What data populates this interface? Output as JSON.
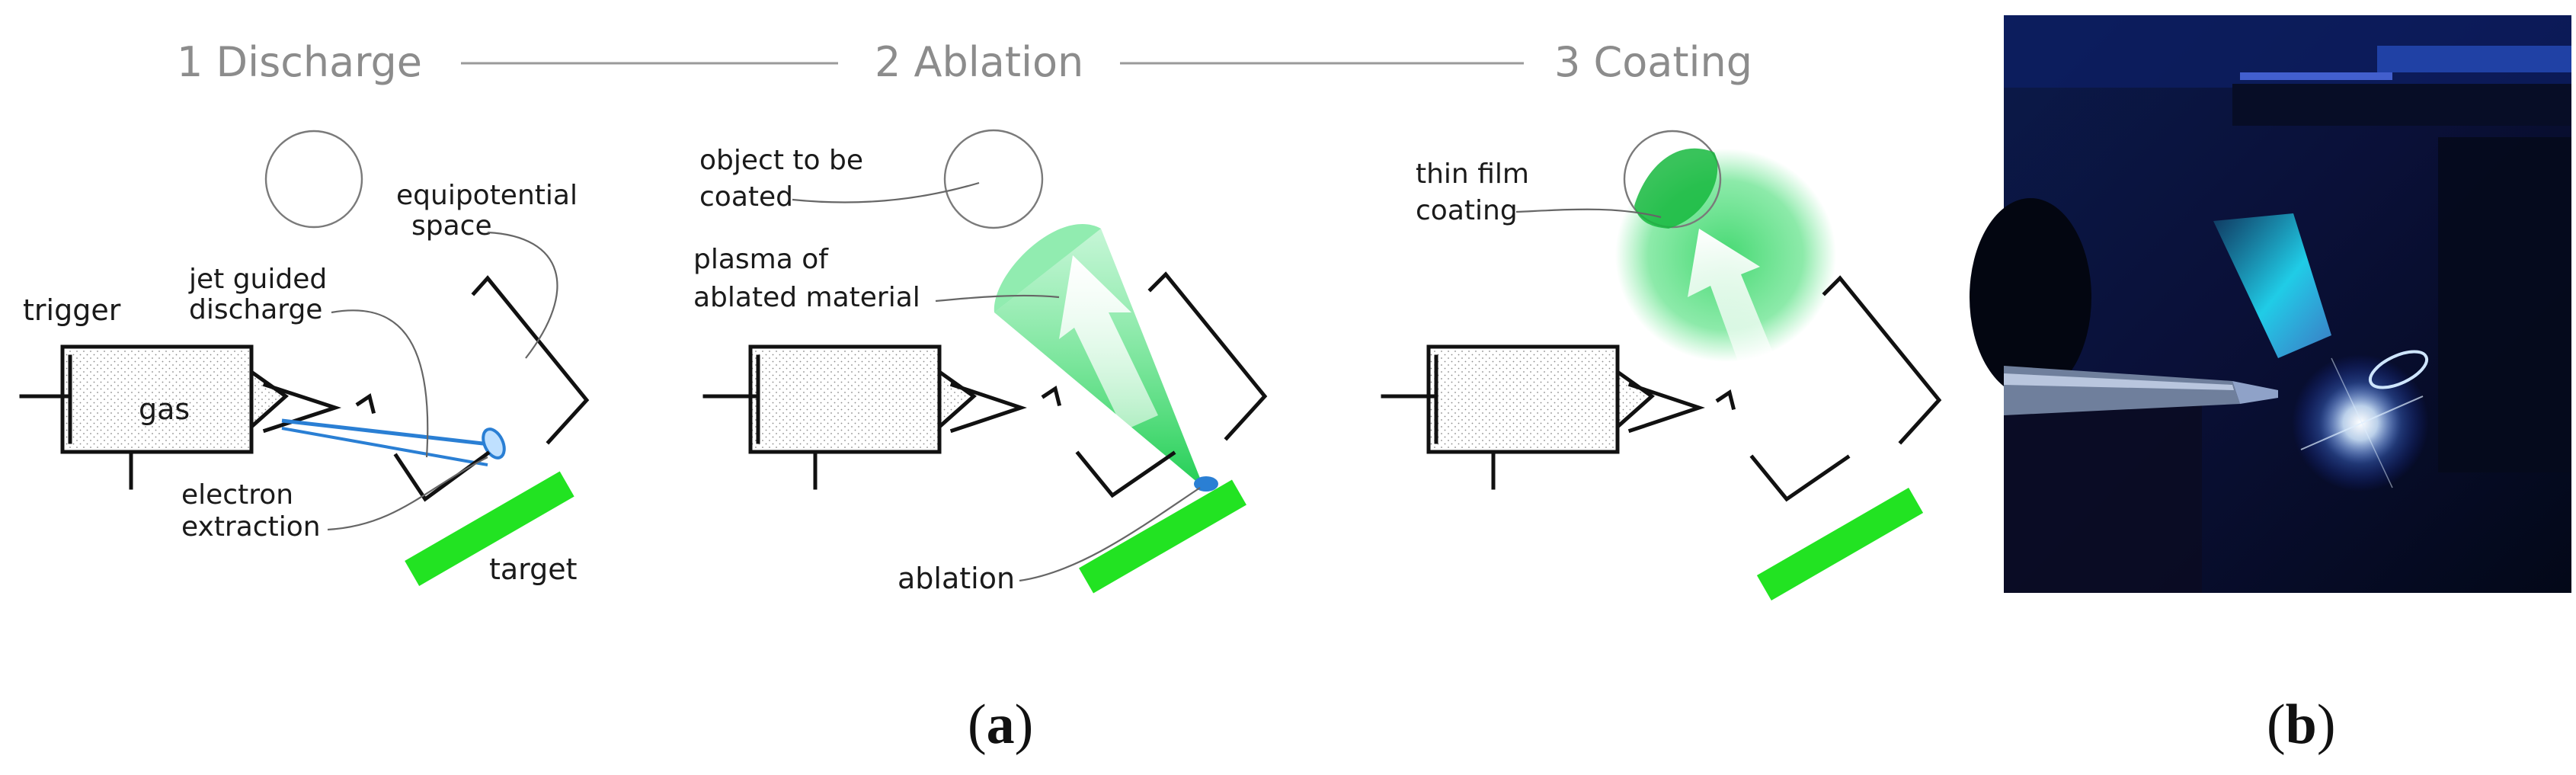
{
  "steps": [
    {
      "title": "1 Discharge"
    },
    {
      "title": "2 Ablation"
    },
    {
      "title": "3 Coating"
    }
  ],
  "labels": {
    "trigger": "trigger",
    "gas": "gas",
    "jet_guided_1": "jet guided",
    "jet_guided_2": "discharge",
    "equipotential_1": "equipotential",
    "equipotential_2": "space",
    "electron_1": "electron",
    "electron_2": "extraction",
    "target": "target",
    "object_1": "object to be",
    "object_2": "coated",
    "plasma_1": "plasma of",
    "plasma_2": "ablated material",
    "ablation": "ablation",
    "thin_film_1": "thin film",
    "thin_film_2": "coating"
  },
  "panel_labels": {
    "a_open": "(",
    "a_letter": "a",
    "a_close": ")",
    "b_open": "(",
    "b_letter": "b",
    "b_close": ")"
  },
  "colors": {
    "target_green": "#22e322",
    "plasma_green": "#29d65b",
    "discharge_blue": "#2a7fd4",
    "title_gray": "#8c8c8c"
  }
}
